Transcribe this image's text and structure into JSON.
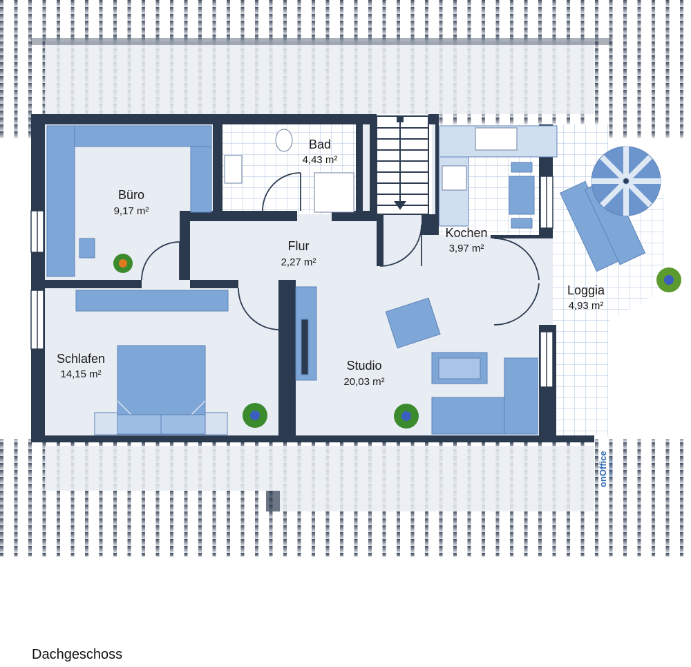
{
  "plan": {
    "caption": "Dachgeschoss",
    "logo_text": "onOffice",
    "logo_subtext": "SOFTWARE",
    "colors": {
      "wall": "#2c3a50",
      "furniture": "#7ea6d6",
      "floor": "#e8ecf3",
      "tile_line": "#9fb8dc"
    },
    "rooms": [
      {
        "name": "Büro",
        "area": "9,17 m²"
      },
      {
        "name": "Bad",
        "area": "4,43 m²"
      },
      {
        "name": "Flur",
        "area": "2,27 m²"
      },
      {
        "name": "Kochen",
        "area": "3,97 m²"
      },
      {
        "name": "Loggia",
        "area": "4,93 m²"
      },
      {
        "name": "Schlafen",
        "area": "14,15 m²"
      },
      {
        "name": "Studio",
        "area": "20,03 m²"
      }
    ]
  }
}
